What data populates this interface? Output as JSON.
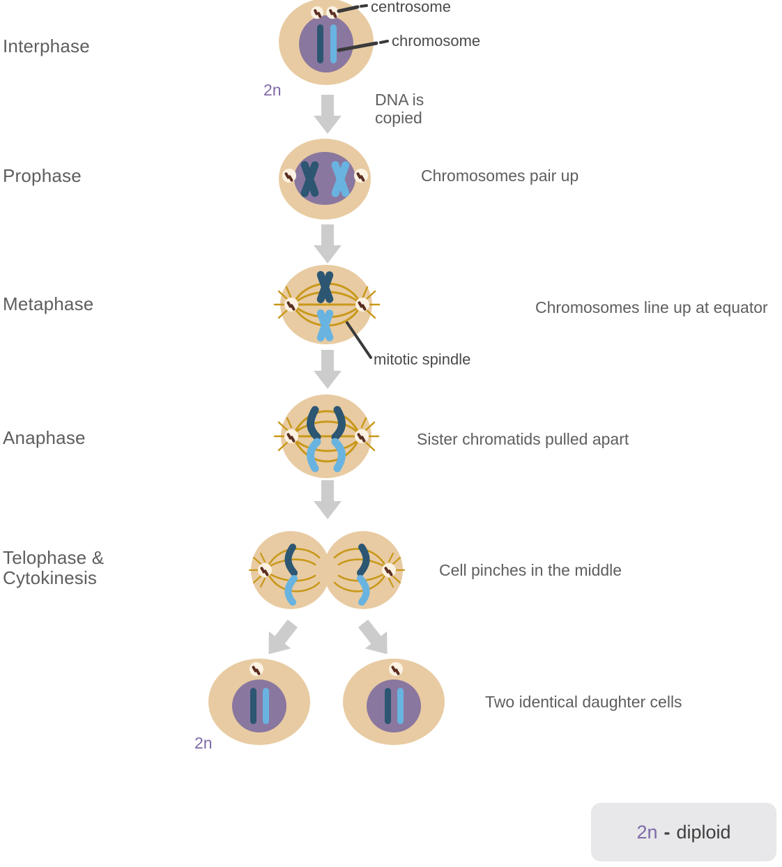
{
  "diagram": {
    "title": "Mitosis phases diagram",
    "background_color": "#ffffff"
  },
  "phases": [
    {
      "id": "interphase",
      "label": "Interphase",
      "description": "",
      "ploidy": "2n"
    },
    {
      "id": "prophase",
      "label": "Prophase",
      "description": "Chromosomes pair up",
      "ploidy": ""
    },
    {
      "id": "metaphase",
      "label": "Metaphase",
      "description": "Chromosomes line up at equator",
      "ploidy": ""
    },
    {
      "id": "anaphase",
      "label": "Anaphase",
      "description": "Sister chromatids pulled apart",
      "ploidy": ""
    },
    {
      "id": "telophase",
      "label": "Telophase &\nCytokinesis",
      "description": "Cell pinches in the middle",
      "ploidy": ""
    },
    {
      "id": "daughters",
      "label": "",
      "description": "Two identical daughter cells",
      "ploidy": "2n"
    }
  ],
  "callouts": {
    "centrosome": "centrosome",
    "chromosome": "chromosome",
    "mitotic_spindle": "mitotic spindle"
  },
  "arrows": {
    "interphase_to_prophase": "DNA is\ncopied",
    "prophase_to_metaphase": "",
    "metaphase_to_anaphase": "",
    "anaphase_to_telophase": "",
    "telophase_to_daughters_left": "",
    "telophase_to_daughters_right": ""
  },
  "legend": {
    "symbol": "2n",
    "dash": "-",
    "term": "diploid"
  },
  "colors": {
    "cytoplasm": "#e8cba2",
    "nucleus": "#8a779f",
    "chromosome_dark": "#2c5672",
    "chromosome_light": "#69b3e0",
    "spindle": "#c8981a",
    "centrosome_body": "#fbf2e3",
    "centriole": "#5c2f22",
    "arrow": "#cccccc",
    "label_text": "#5e5e5e",
    "ploidy_text": "#7f6aa8",
    "legend_bg": "#e8e7e9",
    "leader_line": "#3a3a3a"
  }
}
